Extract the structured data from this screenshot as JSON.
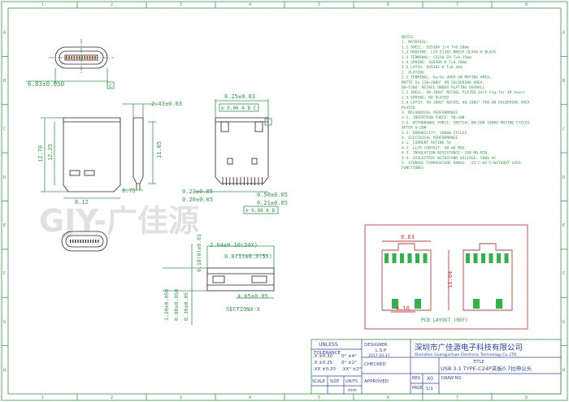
{
  "frame": {
    "row_letters": [
      "A",
      "B",
      "C",
      "D",
      "E",
      "F",
      "G",
      "H"
    ],
    "col_numbers": [
      "1",
      "2",
      "3",
      "4",
      "5",
      "6",
      "7",
      "8"
    ]
  },
  "dimensions": {
    "width_top": "6.83±0.050",
    "datum_c": "C",
    "dim_8_25": "8.25±0.03",
    "gdt_frame": "⊕ 0.06 A B C",
    "dim_2_43": "2.43±0.03",
    "dim_12_70": "12.70",
    "dim_12_25": "12.25",
    "dim_11_05": "11.05",
    "dim_8_12": "8.12",
    "dim_0_75": "0.75",
    "dim_0_23": "0.23±0.05",
    "dim_0_20": "0.20±0.05",
    "dim_0_50": "0.50±0.05",
    "dim_0_21": "0.21±0.05",
    "gdt_frame2": "⊕ 0.08 A B",
    "dim_2_64": "2.64±0.10(24X)",
    "dim_0_8": "0.8(1)±0.3(5X)",
    "dim_4_65": "4.65±0.05",
    "dim_0_18": "0.18(8)±0.03",
    "dim_1_20": "1.20±0.050",
    "dim_0_80": "0.80±0.050",
    "dim_0_30": "0.30±0.05",
    "section_label": "SECTIONX-X"
  },
  "notes": [
    "NOTES:",
    "1. MATERIAL:",
    "  1.1 SHELL: SUS304 1/4 T=0.20mm",
    "  1.2 HOUSING: LCP E130I-BK01F UL94V-0 BLACK",
    "  1.3 TERMINAL: C5210-EH T=0.15mm",
    "  1.4 SPRING: SUS304-H T=0.10mm",
    "  1.5 LATCH: SUS301-H T=0.4mm",
    "2. PLATING",
    "  2.1 TERMINAL: Au/Au OVER  ON MATING AREA,",
    "     MATTE Sn 120~200U\" ON SOLDERING AREA,",
    "     80~150U\" NICKEL UNDER PLATING OVERALL",
    "  2.2 SHELL: 40-100U\" NICKEL PLATED Salt Fog for 48 hours",
    "  2.3 SPRING: NO PLATED",
    "  2.4 LATCH: 40-100U\" NICKEL  60-100U\" TIN ON SOLDERING AREA",
    "     PLATED",
    "3. MECHANICAL PERFORMANCE",
    "  3-1. INSERTION FORCE: 5N~20N",
    "  3-2. WITHDRAWAL FORCE: INITIAL 8N~20N 10000 MATING CYCLES",
    "       AFTER 6~20N",
    "  3-3. DURABILITY: 10000 CYCLES",
    "4. ELECTRICAL PERFORMANCE",
    "  4-1. CURRENT RATING 5A",
    "  4-2. LLCR CONTACT: 40 mΩ MAX.",
    "  4-3. INSULATION RESISTANCE: 100 MΩ MIN.",
    "  4-4. DIELECTRIC WITHSTAND VOLTAGE: 500V AC",
    "5. STORAGE TEMPERATURE RANGE: -25°C~85°C(WITHOUT LOSS",
    "   FUNCTIONS)"
  ],
  "pcb": {
    "dim_top": "8.63",
    "dim_side": "11.04",
    "dim_bottom": "4.10",
    "caption": "PCB LAYOUT (REF)"
  },
  "watermark": "GJY-广佳源",
  "title_block": {
    "unless_label": "UNLESS",
    "tolerance_label": "TOLERANCE",
    "tol_rows": [
      [
        ".X ±0.30",
        "0° ±4°"
      ],
      [
        ".X ±0.25",
        "0° ±2°"
      ],
      [
        ".XX ±0.20",
        ".XX° ±2°"
      ]
    ],
    "scale_label": "SCALE",
    "size_label": "SIZE",
    "units_label": "UNITS",
    "units_value": "mm",
    "designer_label": "DESIGNER",
    "designer_name": "L.S.P",
    "design_date": "2017-10-17",
    "checked_label": "CHECKED",
    "approved_label": "APPROVED",
    "company_cn": "深圳市广佳源电子科技有限公司",
    "company_en": "Shenzhen GuangjiaYuan Electronic Technology Co.,LTD",
    "title_label": "TITLE",
    "part_title": "USB 3.1 TYPE-C24P夹板0.7拉伸公头",
    "rev_label": "REV.",
    "rev_value": "X0",
    "draw_no_label": "DRAW NO.",
    "page_label": "PAGE",
    "page_value": "1/1"
  }
}
